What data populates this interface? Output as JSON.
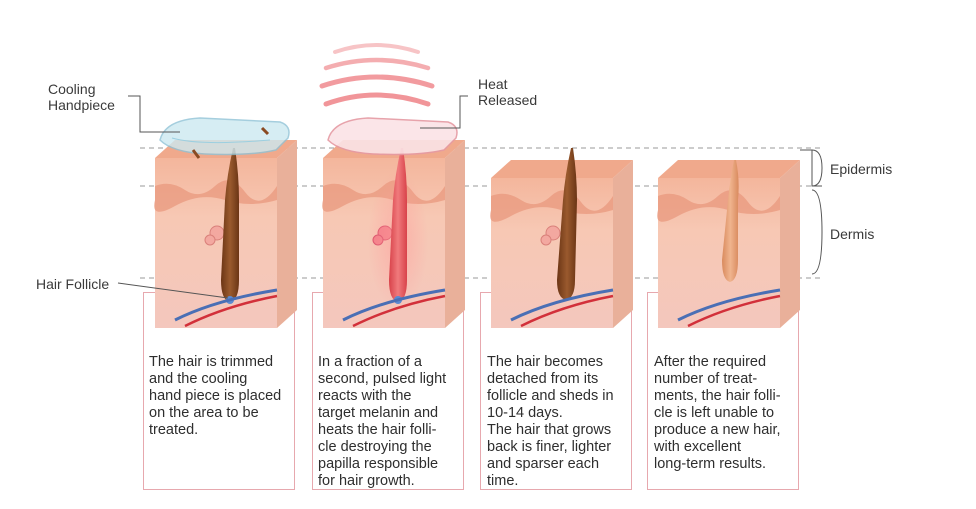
{
  "labels": {
    "cooling_handpiece": "Cooling\nHandpiece",
    "heat_released": "Heat\nReleased",
    "hair_follicle": "Hair Follicle",
    "epidermis": "Epidermis",
    "dermis": "Dermis"
  },
  "steps": [
    {
      "text": "The hair is trimmed\nand the cooling\nhand piece is placed\non the area to be\ntreated."
    },
    {
      "text": "In a fraction of a\nsecond, pulsed light\nreacts with the\ntarget melanin and\nheats the hair folli-\ncle destroying the\npapilla responsible\nfor hair growth."
    },
    {
      "text": "The hair becomes\ndetached from its\nfollicle and sheds in\n10-14 days.\nThe hair that grows\nback is finer, lighter\nand sparser each\ntime."
    },
    {
      "text": "After the required\nnumber of treat-\nments, the hair folli-\ncle is left unable to\nproduce a new hair,\nwith excellent\nlong-term results."
    }
  ],
  "colors": {
    "panel_border": "#e7a8ae",
    "skin_front": "#f6c9b6",
    "skin_side": "#eeb49c",
    "epidermis": "#f2b49c",
    "hair_dark": "#8a4a22",
    "hair_heated": "#e0555a",
    "hair_light": "#dd9a6e",
    "handpiece": "#a8d8e6",
    "vessel_blue": "#4a6fb5",
    "vessel_red": "#d2303a"
  },
  "icons": {
    "heat_waves": "heat-waves-icon",
    "cooling_handpiece": "handpiece-icon"
  }
}
